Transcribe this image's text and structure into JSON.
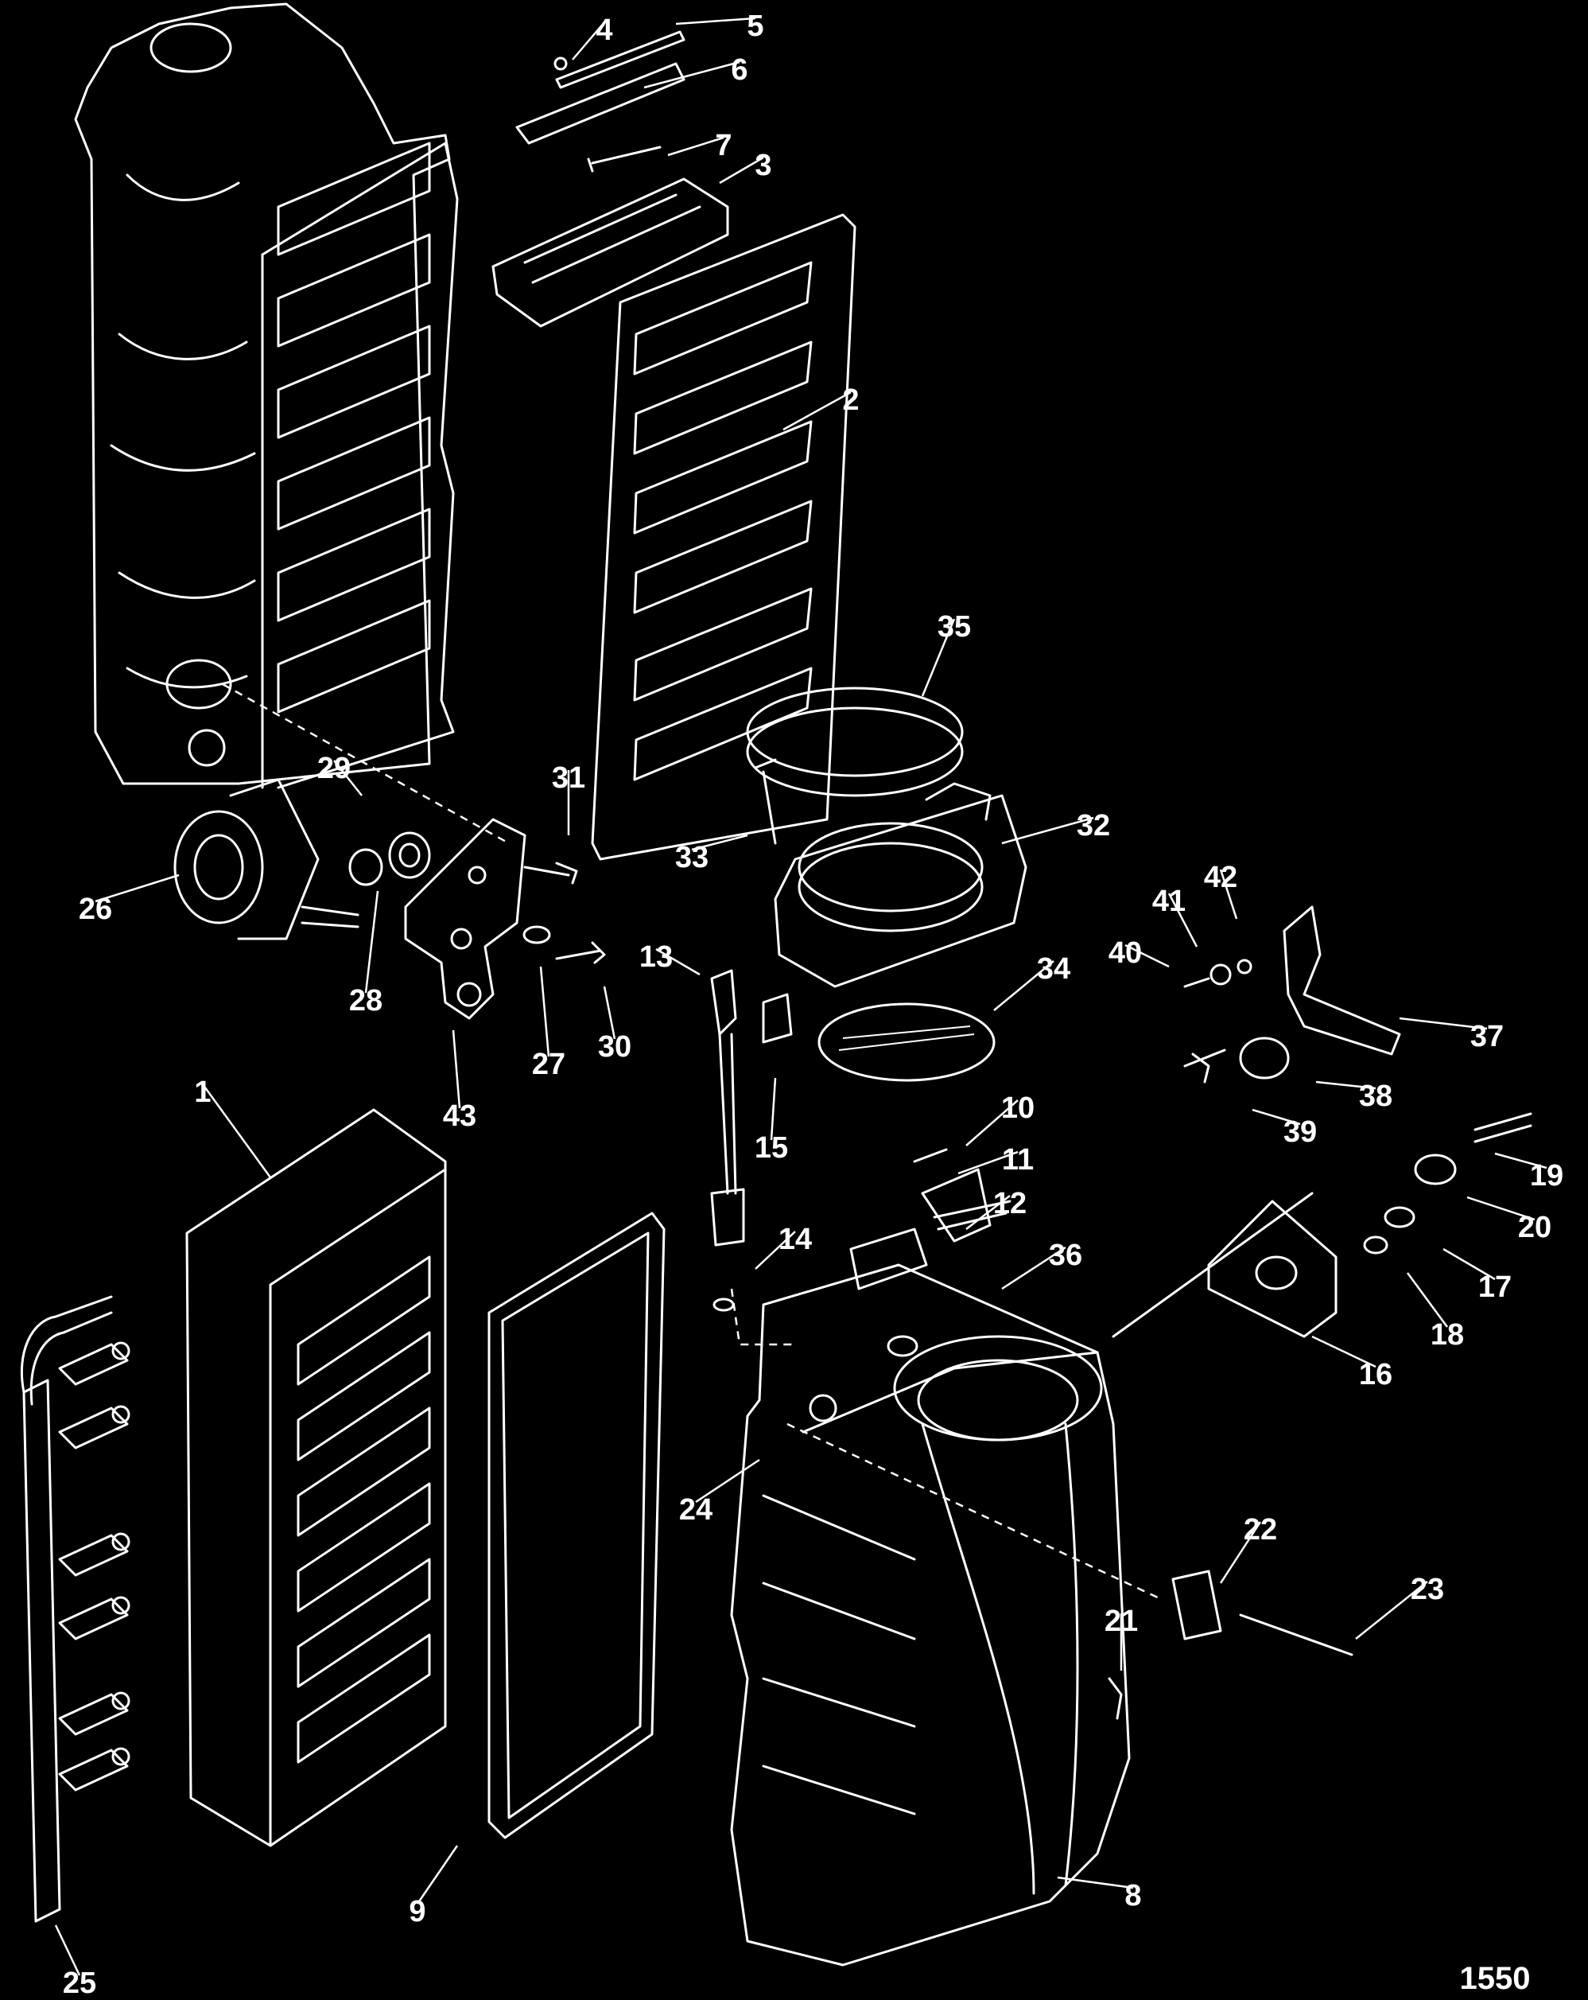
{
  "figure_number": "1550",
  "colors": {
    "background": "#000000",
    "linework": "#ffffff"
  },
  "callouts": [
    "1",
    "2",
    "3",
    "4",
    "5",
    "6",
    "7",
    "8",
    "9",
    "10",
    "11",
    "12",
    "13",
    "14",
    "15",
    "16",
    "17",
    "18",
    "19",
    "20",
    "21",
    "22",
    "23",
    "24",
    "25",
    "26",
    "27",
    "28",
    "29",
    "30",
    "31",
    "32",
    "33",
    "34",
    "35",
    "36",
    "37",
    "38",
    "39",
    "40",
    "41",
    "42",
    "43"
  ]
}
